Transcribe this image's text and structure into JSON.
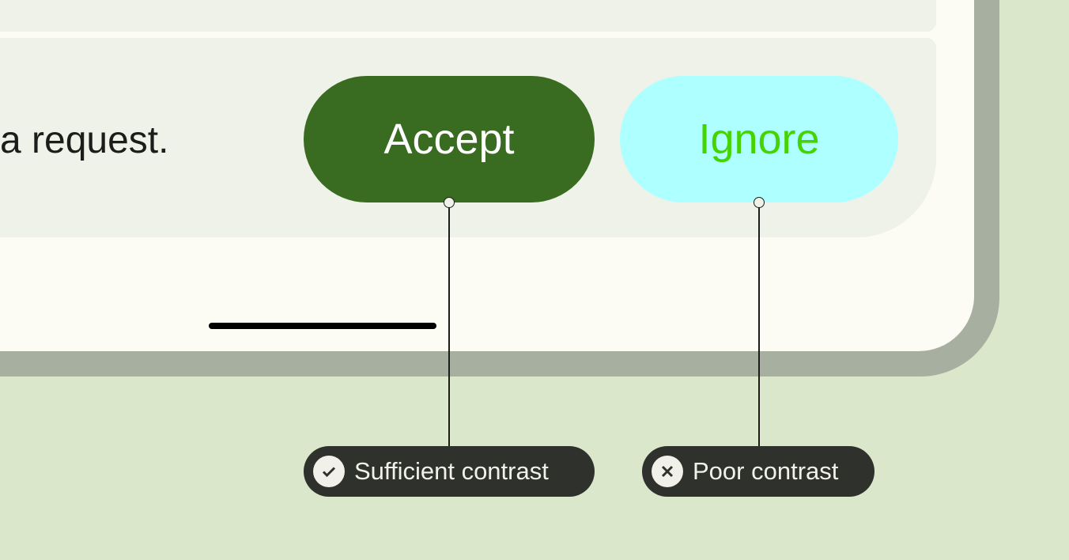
{
  "message": "a request.",
  "buttons": {
    "accept": "Accept",
    "ignore": "Ignore"
  },
  "annotations": [
    {
      "label": "Sufficient contrast",
      "icon": "check-icon"
    },
    {
      "label": "Poor contrast",
      "icon": "x-icon"
    }
  ],
  "colors": {
    "accept_bg": "#396b21",
    "accept_text": "#ffffff",
    "ignore_bg": "#aeffff",
    "ignore_text": "#44d400"
  }
}
